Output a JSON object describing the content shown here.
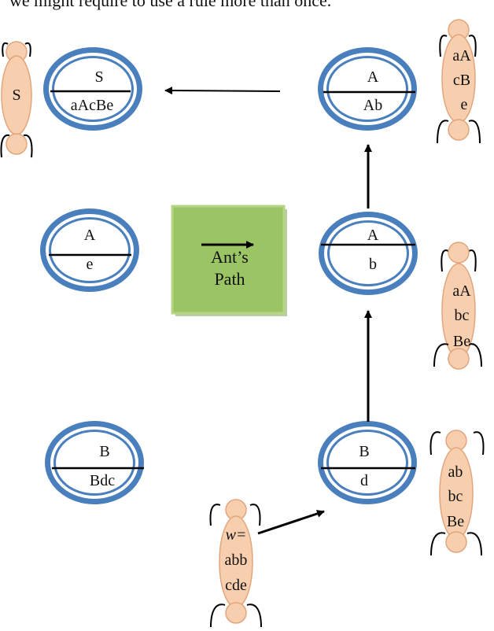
{
  "intro_text": "we might require to use a rule more than once.",
  "colors": {
    "ring_outer": "#4a7fbd",
    "ring_inner": "#ffffff",
    "ant_fill": "#f7cfae",
    "ant_stroke": "#e2a57d",
    "arrow": "#000000",
    "path_box": "#9bc464",
    "path_box_border": "#b5d585"
  },
  "rules": [
    {
      "id": "S_aAcBe",
      "head": "S",
      "body": "aAcBe"
    },
    {
      "id": "A_Ab",
      "head": "A",
      "body": "Ab"
    },
    {
      "id": "A_e",
      "head": "A",
      "body": "e"
    },
    {
      "id": "A_b",
      "head": "A",
      "body": "b"
    },
    {
      "id": "B_Bdc",
      "head": "B",
      "body": "Bdc"
    },
    {
      "id": "B_d",
      "head": "B",
      "body": "d"
    }
  ],
  "path_box": {
    "line1": "Ant’s",
    "line2": "Path"
  },
  "ants": [
    {
      "id": "start",
      "lines": [
        "S"
      ]
    },
    {
      "id": "aAcBe",
      "lines": [
        "aA",
        "cB",
        "e"
      ]
    },
    {
      "id": "aAbcBe",
      "lines": [
        "aA",
        "bc",
        "Be"
      ]
    },
    {
      "id": "abbcBe",
      "lines": [
        "ab",
        "bc",
        "Be"
      ]
    },
    {
      "id": "input",
      "lines": [
        "w=",
        "abb",
        "cde"
      ]
    }
  ]
}
